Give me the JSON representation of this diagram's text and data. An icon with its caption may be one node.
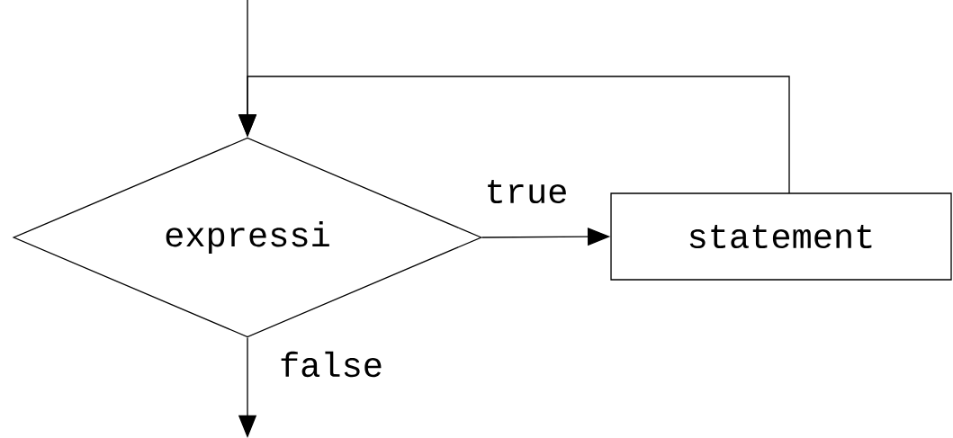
{
  "diagram": {
    "nodes": [
      {
        "text": [
          "expressi"
        ]
      },
      {
        "text": [
          "statement"
        ]
      }
    ],
    "edges": [
      {
        "from": null,
        "to": 0,
        "arrow": "to"
      },
      {
        "from": 0,
        "to": 1,
        "arrow": "to",
        "label": "true"
      },
      {
        "from": 1,
        "to": 0,
        "arrow": "to"
      },
      {
        "from": 0,
        "to": null,
        "arrow": "to",
        "label": "false"
      }
    ]
  }
}
